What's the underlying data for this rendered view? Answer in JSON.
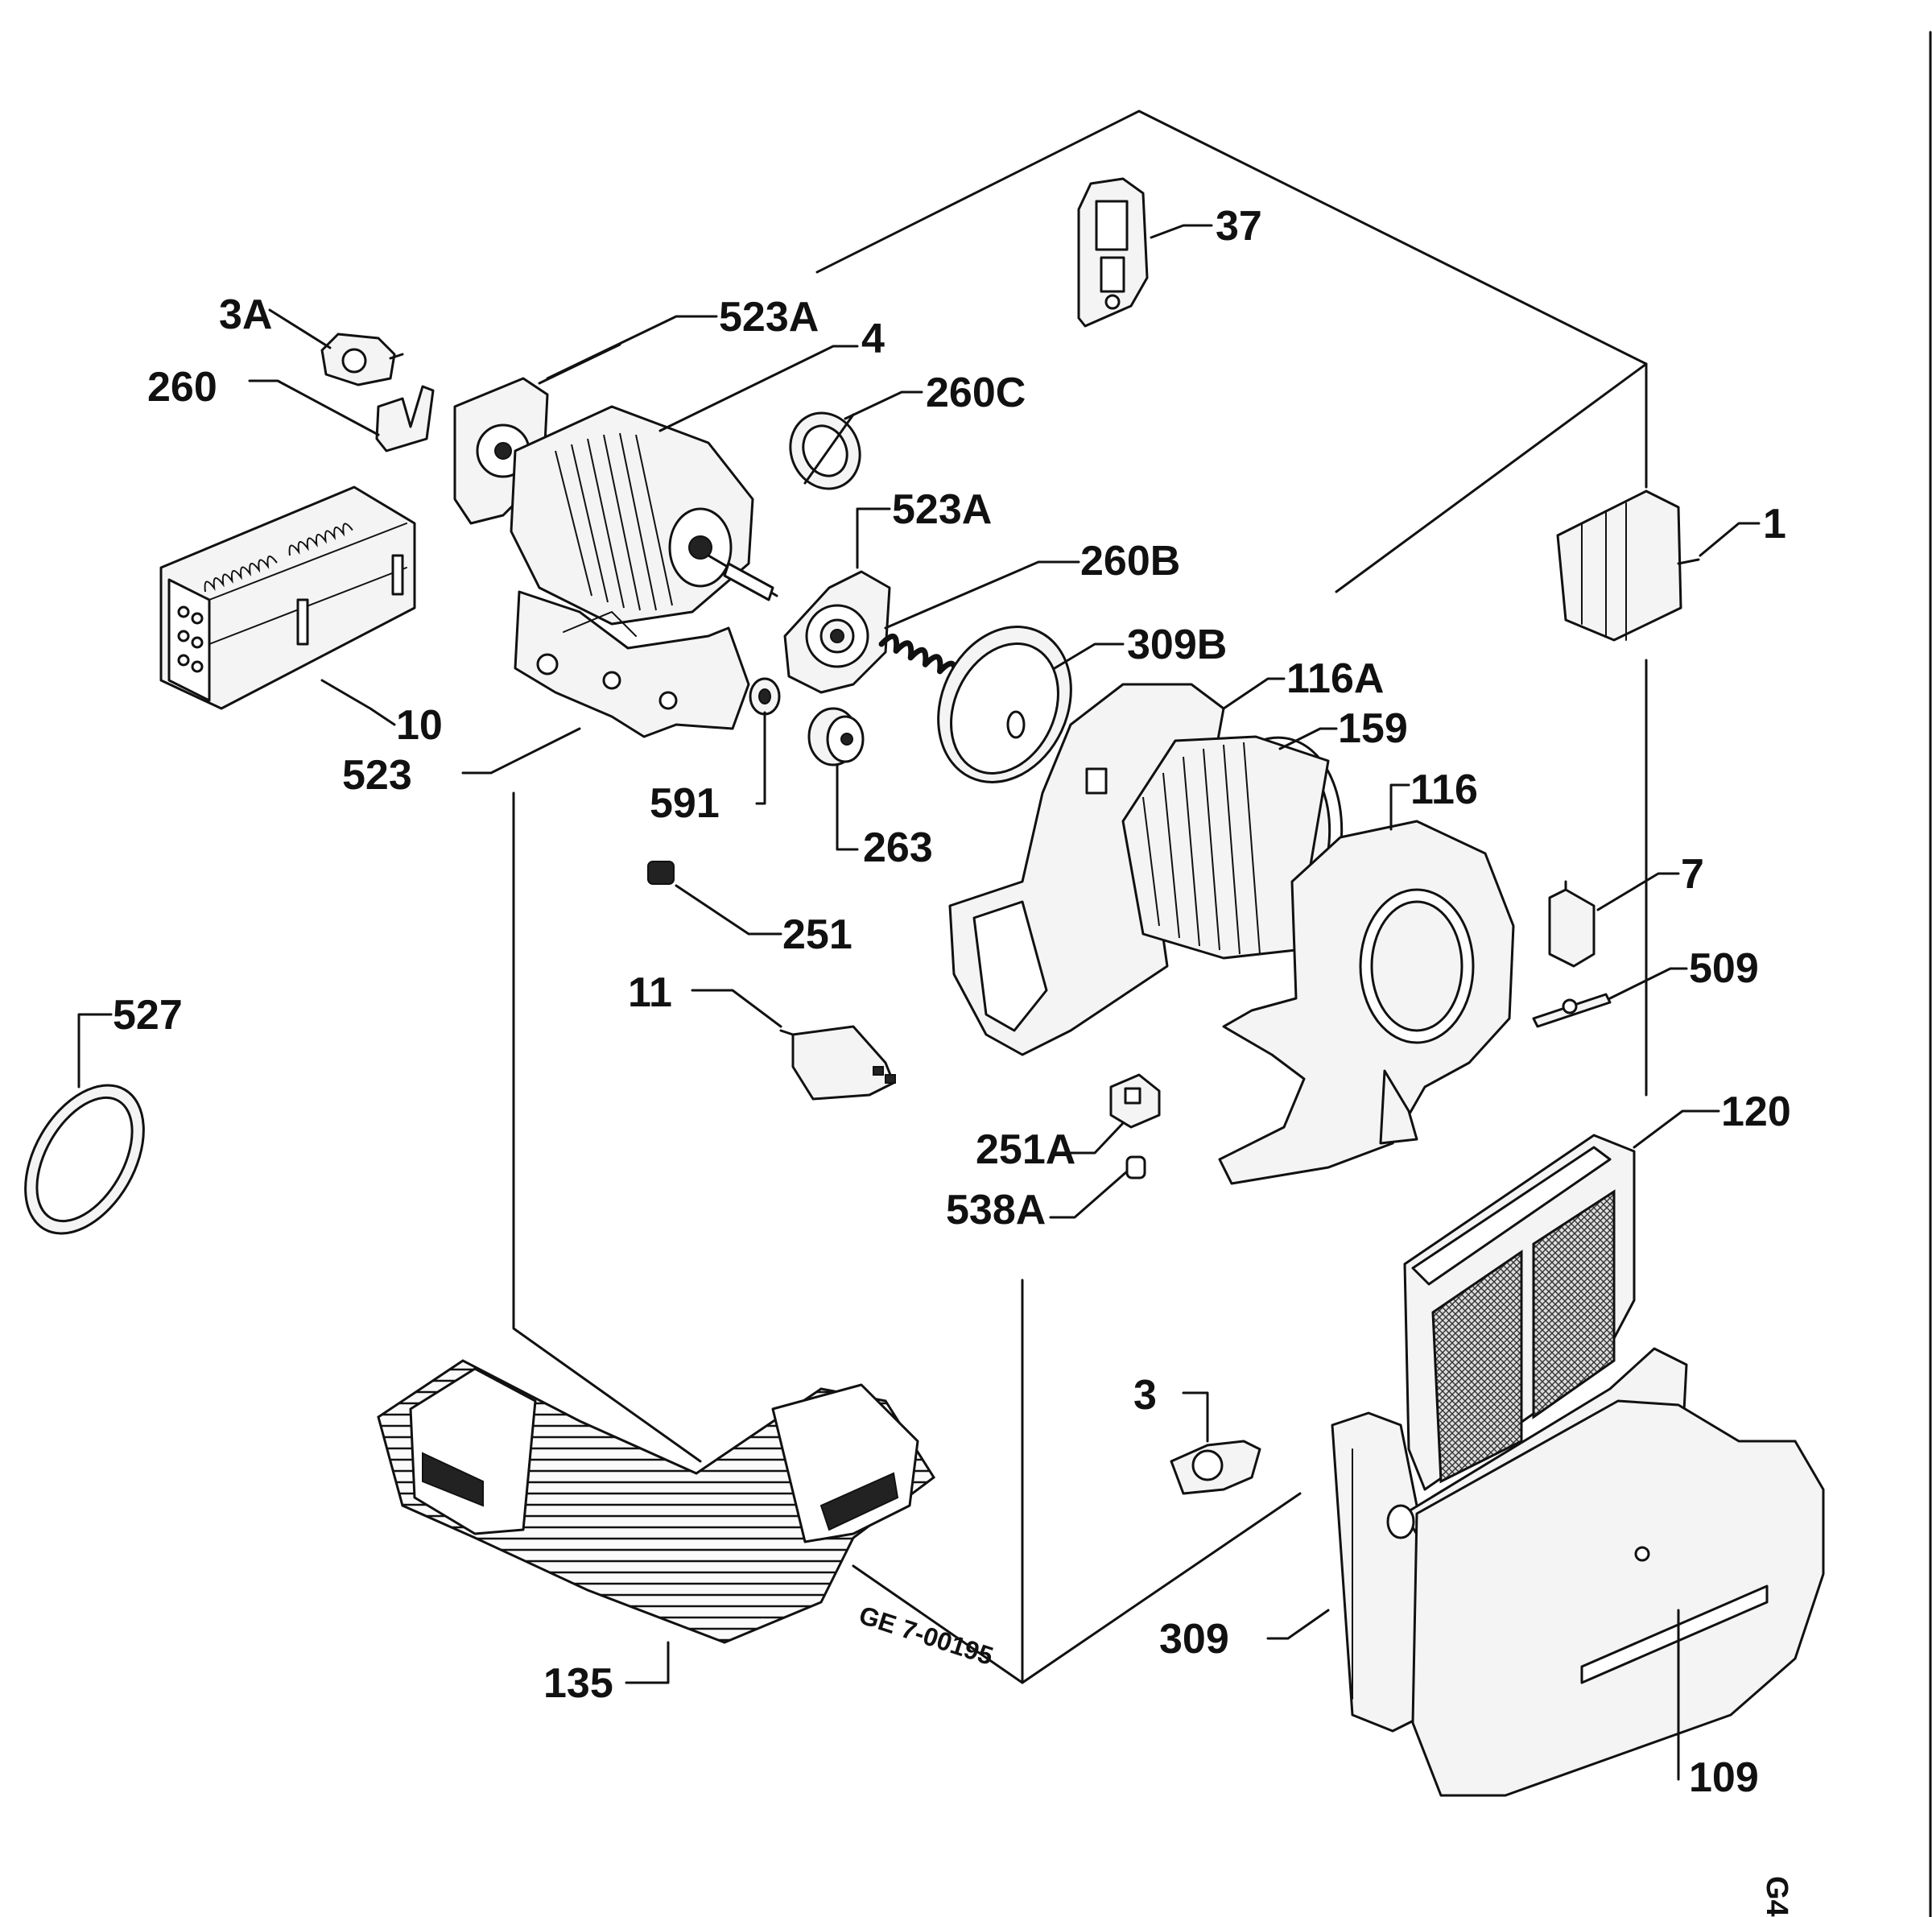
{
  "diagram": {
    "labels": {
      "l_3a": "3A",
      "l_260": "260",
      "l_523a_top": "523A",
      "l_4": "4",
      "l_37": "37",
      "l_260c": "260C",
      "l_523a_mid": "523A",
      "l_260b": "260B",
      "l_1": "1",
      "l_309b": "309B",
      "l_116a": "116A",
      "l_159": "159",
      "l_116": "116",
      "l_10": "10",
      "l_523": "523",
      "l_591": "591",
      "l_263": "263",
      "l_251": "251",
      "l_7": "7",
      "l_509": "509",
      "l_527": "527",
      "l_11": "11",
      "l_120": "120",
      "l_251a": "251A",
      "l_538a": "538A",
      "l_3": "3",
      "l_309": "309",
      "l_135": "135",
      "l_109": "109",
      "l_code": "GE 7-00195",
      "l_side": "G4"
    }
  }
}
